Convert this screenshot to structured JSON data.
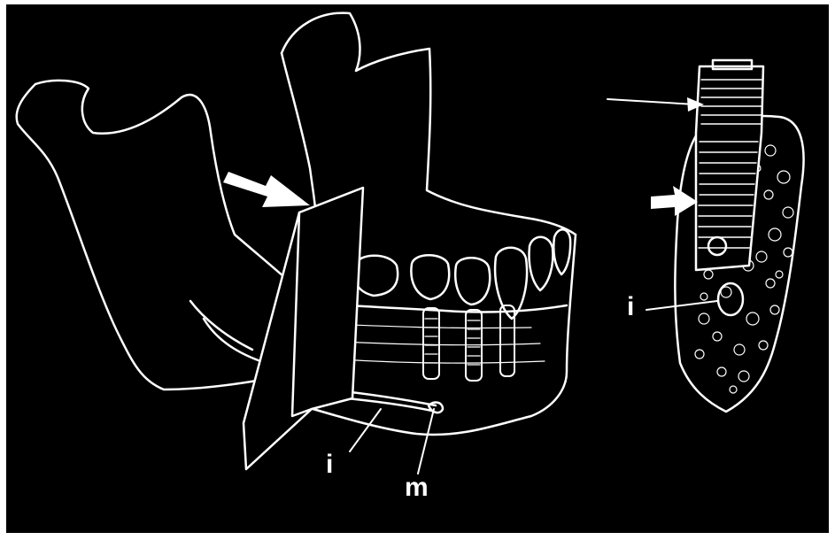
{
  "figure": {
    "panel_color": "#000000",
    "line_color": "#ffffff",
    "labels": {
      "i_left": "i",
      "m_left": "m",
      "i_right": "i"
    }
  }
}
